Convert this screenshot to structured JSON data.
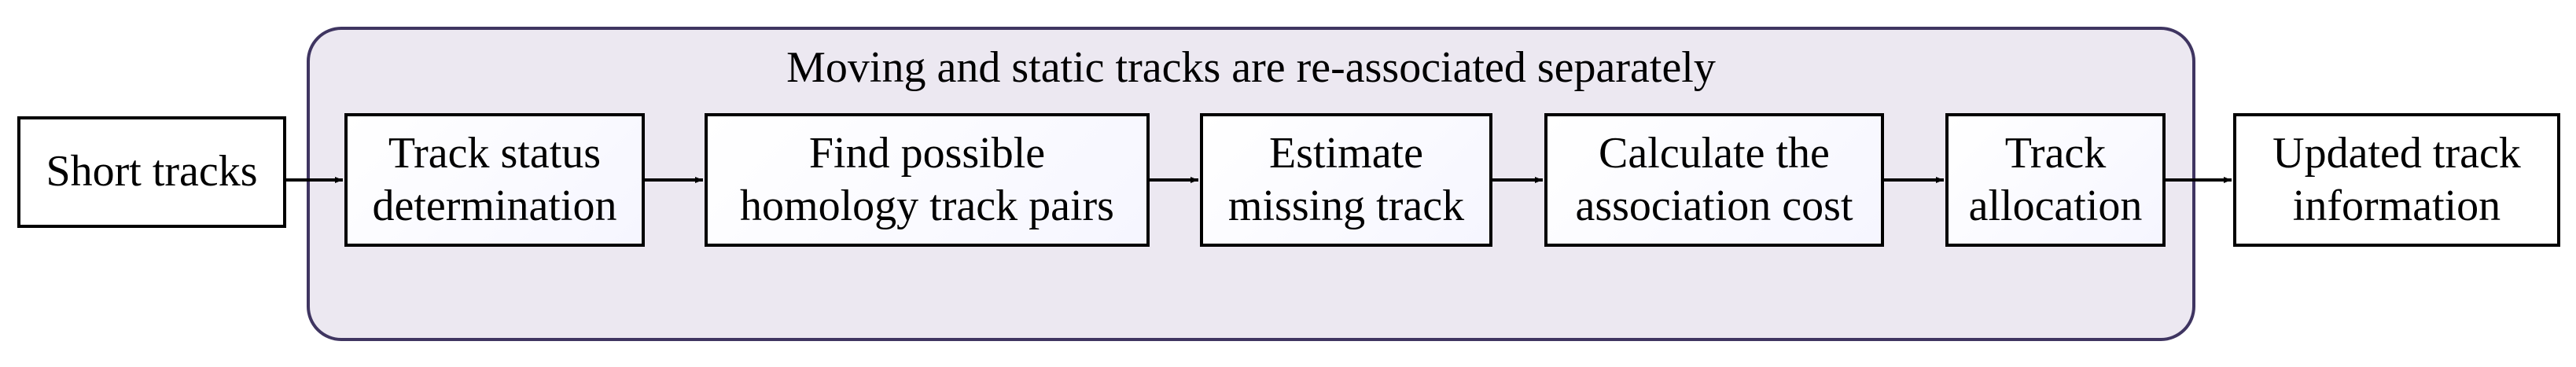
{
  "group": {
    "title": "Moving and static tracks are re-associated separately"
  },
  "nodes": {
    "input": "Short tracks",
    "step1": "Track status\ndetermination",
    "step2": "Find possible\nhomology track pairs",
    "step3": "Estimate\nmissing track",
    "step4": "Calculate the\nassociation cost",
    "step5": "Track\nallocation",
    "output": "Updated track\ninformation"
  },
  "colors": {
    "group_border": "#3f3561",
    "group_fill": "#ece8f1",
    "node_border": "#000000",
    "arrow": "#000000"
  }
}
